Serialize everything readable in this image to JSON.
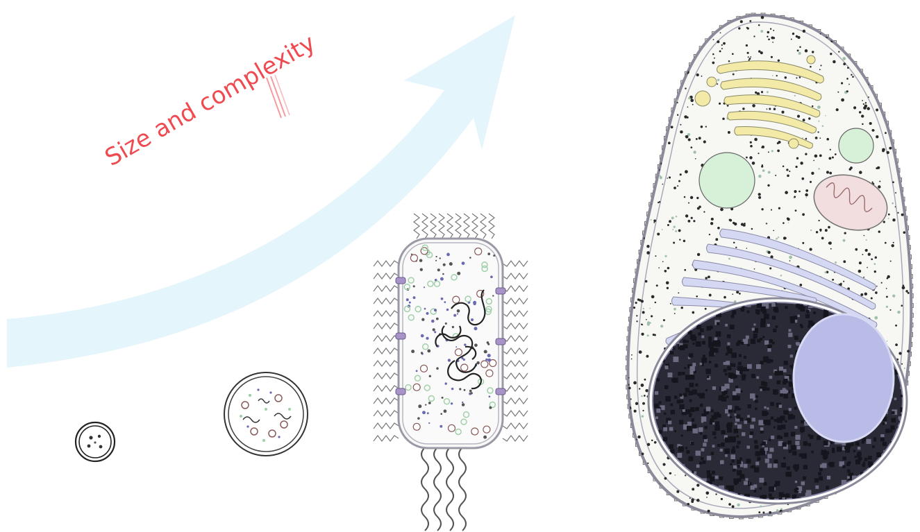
{
  "arrow": {
    "label": "Size and complexity",
    "label_color": "#ef4a50",
    "fill_color": "#e4f5fb"
  },
  "cells": [
    {
      "id": "tiny-cell",
      "membrane_color": "#222222"
    },
    {
      "id": "small-cell",
      "membrane_color": "#333333"
    },
    {
      "id": "bacterium",
      "membrane_color": "#9a9aa6",
      "accent_color": "#a894c8",
      "granule_color": "#9fd0a8"
    },
    {
      "id": "eukaryotic-cell",
      "membrane_color": "#8a8a9a",
      "golgi_color": "#f3eaa8",
      "vesicle_color": "#d7f0d8",
      "mitochondrion_color": "#f2dede",
      "er_color": "#d4d8f2",
      "nucleolus_color": "#b8bce6",
      "chromatin_color": "#222230"
    }
  ],
  "icons": {
    "arrow": "growth-arrow-icon"
  }
}
